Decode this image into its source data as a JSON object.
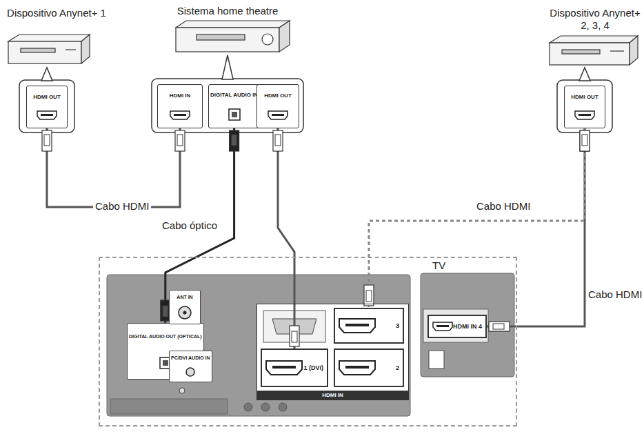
{
  "diagram": {
    "nodes": [
      {
        "text": [
          "Dispositivo Anynet+ 1"
        ]
      },
      {
        "text": [
          "HDMI OUT"
        ],
        "in": 0
      },
      {
        "text": [
          "Sistema home theatre"
        ]
      },
      {
        "text": [
          "HDMI IN"
        ],
        "in": 2
      },
      {
        "text": [
          "DIGITAL AUDIO IN"
        ],
        "in": 2
      },
      {
        "text": [
          "HDMI OUT"
        ],
        "in": 2
      },
      {
        "text": [
          "Dispositivo Anynet+ 2, 3, 4"
        ]
      },
      {
        "text": [
          "HDMI OUT"
        ],
        "in": 6
      },
      {
        "text": [
          "TV"
        ]
      },
      {
        "text": [
          "DIGITAL AUDIO OUT (OPTICAL)"
        ],
        "in": 8
      },
      {
        "text": [
          "ANT IN"
        ],
        "in": 8
      },
      {
        "text": [
          "PC/DVI AUDIO IN"
        ],
        "in": 8
      },
      {
        "text": [
          "HDMI IN"
        ],
        "in": 8
      },
      {
        "text": [
          "1 (DVI)"
        ],
        "in": 12
      },
      {
        "text": [
          "2"
        ],
        "in": 12
      },
      {
        "text": [
          "3"
        ],
        "in": 12
      },
      {
        "text": [
          "HDMI IN 4"
        ],
        "in": 8
      }
    ],
    "edges": [
      {
        "from": 1,
        "to": 3,
        "label": "Cabo HDMI",
        "arrow": "none"
      },
      {
        "from": 9,
        "to": 4,
        "label": "Cabo óptico",
        "arrow": "none"
      },
      {
        "from": 5,
        "to": 13,
        "arrow": "none"
      },
      {
        "from": 7,
        "to": 16,
        "label": "Cabo HDMI",
        "arrow": "none"
      },
      {
        "from": 7,
        "to": 15,
        "label": "Cabo HDMI",
        "arrow": "none"
      }
    ]
  }
}
